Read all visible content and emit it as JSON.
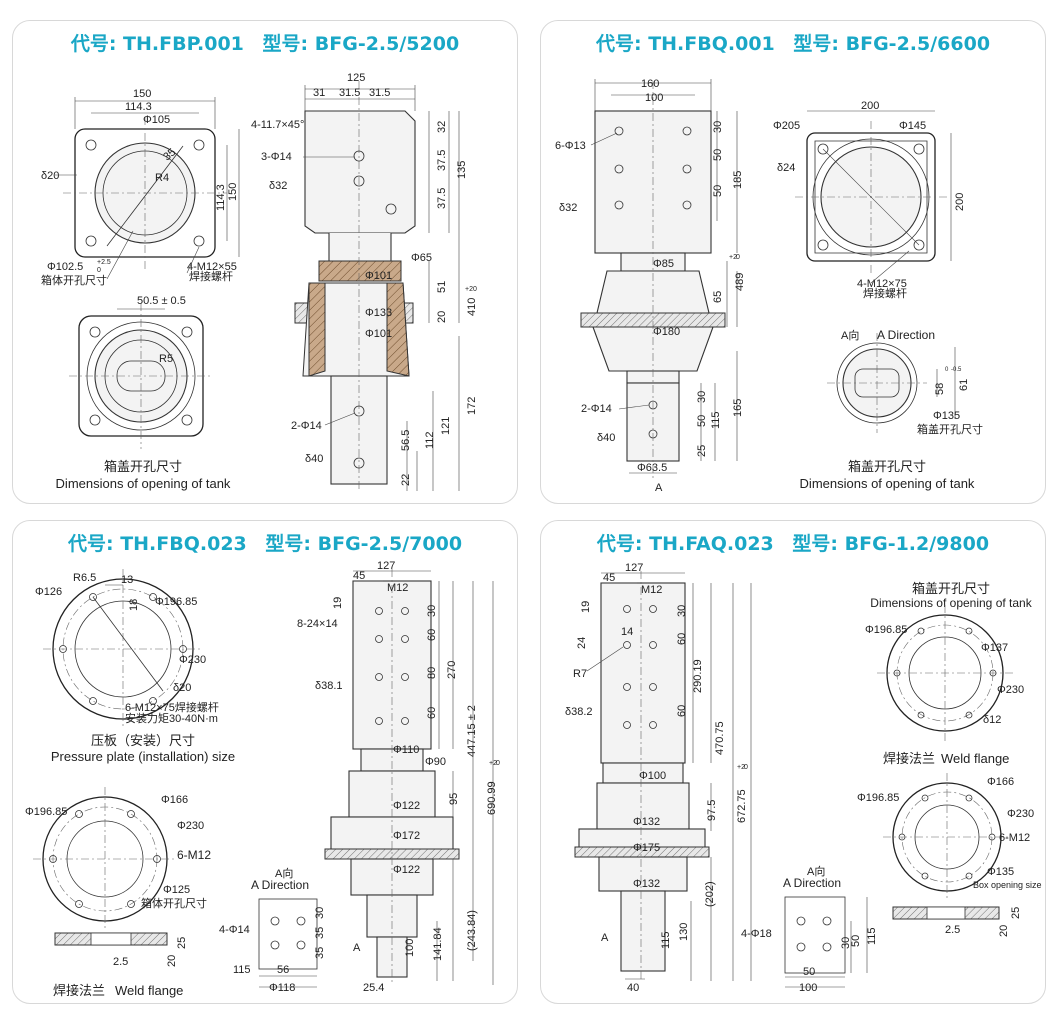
{
  "panels": [
    {
      "code_label": "代号:",
      "code": "TH.FBP.001",
      "model_label": "型号:",
      "model": "BFG-2.5/5200",
      "caption_cn": "箱盖开孔尺寸",
      "caption_en": "Dimensions of opening of tank",
      "dims": {
        "w150": "150",
        "w1143": "114.3",
        "phi105": "Φ105",
        "d35": "35",
        "r4": "R4",
        "h1143": "114.3",
        "h150": "150",
        "d20": "δ20",
        "phi1025": "Φ102.5",
        "tol25": "+2.5",
        "tol0": "0",
        "cut": "箱体开孔尺寸",
        "bolt": "4-M12×55",
        "bolt_cn": "焊接螺杆",
        "w505": "50.5 ± 0.5",
        "r5": "R5",
        "w125": "125",
        "w31": "31",
        "w315a": "31.5",
        "w315b": "31.5",
        "chamfer": "4-11.7×45°",
        "holes": "3-Φ14",
        "d32": "δ32",
        "h32": "32",
        "h375a": "37.5",
        "h375b": "37.5",
        "h135": "135",
        "phi65": "Φ65",
        "phi101a": "Φ101",
        "phi133": "Φ133",
        "phi101b": "Φ101",
        "h51": "51",
        "h20": "20",
        "h410": "410",
        "tol2": "+2",
        "tol0b": "0",
        "holes2": "2-Φ14",
        "d40": "δ40",
        "h172": "172",
        "h121": "121",
        "h112": "112",
        "h565": "56.5",
        "h22": "22"
      }
    },
    {
      "code_label": "代号:",
      "code": "TH.FBQ.001",
      "model_label": "型号:",
      "model": "BFG-2.5/6600",
      "caption_cn": "箱盖开孔尺寸",
      "caption_en": "Dimensions of opening of tank",
      "dims": {
        "w160": "160",
        "w100": "100",
        "holes": "6-Φ13",
        "d32": "δ32",
        "h30": "30",
        "h50a": "50",
        "h50b": "50",
        "h185": "185",
        "phi85": "Φ85",
        "h65": "65",
        "h489": "489",
        "tol2": "+2",
        "tol0": "0",
        "phi180": "Φ180",
        "holes2": "2-Φ14",
        "d40": "δ40",
        "h30b": "30",
        "h50c": "50",
        "h25": "25",
        "h115": "115",
        "h165": "165",
        "phi635": "Φ63.5",
        "a": "A",
        "w200": "200",
        "phi205": "Φ205",
        "phi145": "Φ145",
        "d24": "δ24",
        "h200": "200",
        "bolt": "4-M12×75",
        "bolt_cn": "焊接螺杆",
        "adir_cn": "A向",
        "adir": "A Direction",
        "h58": "58",
        "tol05": "0",
        "tol05b": "-0.5",
        "h61": "61",
        "phi135": "Φ135",
        "cut": "箱盖开孔尺寸"
      }
    },
    {
      "code_label": "代号:",
      "code": "TH.FBQ.023",
      "model_label": "型号:",
      "model": "BFG-2.5/7000",
      "caption_cn": "压板（安装）尺寸",
      "caption_en": "Pressure plate (installation) size",
      "caption2_cn": "焊接法兰",
      "caption2_en": "Weld flange",
      "dims": {
        "r65": "R6.5",
        "w13": "13",
        "phi126": "Φ126",
        "h18": "18",
        "phi19685": "Φ196.85",
        "phi230": "Φ230",
        "d20": "δ20",
        "bolt": "6-M12×75焊接螺杆",
        "torque": "安装力矩30-40N·m",
        "phi19685b": "Φ196.85",
        "phi166": "Φ166",
        "phi230b": "Φ230",
        "m12": "6-M12",
        "phi125": "Φ125",
        "cut": "箱体开孔尺寸",
        "h25": "25",
        "w25": "2.5",
        "h20": "20",
        "w127": "127",
        "w45": "45",
        "m12b": "M12",
        "h19": "19",
        "holes": "8-24×14",
        "d381": "δ38.1",
        "h30": "30",
        "h60a": "60",
        "h80": "80",
        "h60b": "60",
        "h270": "270",
        "h44715": "447.15 ± 2",
        "h69099": "690.99",
        "tol2": "+2",
        "tol0": "0",
        "phi110": "Φ110",
        "phi90": "Φ90",
        "phi122a": "Φ122",
        "h95": "95",
        "phi172": "Φ172",
        "phi122b": "Φ122",
        "h24384": "(243.84)",
        "h100": "100",
        "h14184": "141.84",
        "w254": "25.4",
        "a": "A",
        "adir_cn": "A向",
        "adir": "A Direction",
        "holes2": "4-Φ14",
        "h30b": "30",
        "h35a": "35",
        "h35b": "35",
        "w56": "56",
        "w115": "115",
        "phi118": "Φ118"
      }
    },
    {
      "code_label": "代号:",
      "code": "TH.FAQ.023",
      "model_label": "型号:",
      "model": "BFG-1.2/9800",
      "caption_cn": "箱盖开孔尺寸",
      "caption_en": "Dimensions of opening of tank",
      "caption2_cn": "焊接法兰",
      "caption2_en": "Weld flange",
      "dims": {
        "w127": "127",
        "w45": "45",
        "m12": "M12",
        "h19": "19",
        "h24": "24",
        "w14": "14",
        "r7": "R7",
        "d382": "δ38.2",
        "h30": "30",
        "h60a": "60",
        "h29019": "290.19",
        "h60b": "60",
        "h47075": "470.75",
        "h67275": "672.75",
        "tol2": "+2",
        "tol0": "0",
        "phi100": "Φ100",
        "h975": "97.5",
        "phi132a": "Φ132",
        "phi175": "Φ175",
        "phi132b": "Φ132",
        "h202": "(202)",
        "a": "A",
        "h115": "115",
        "h130": "130",
        "w40": "40",
        "phi19685": "Φ196.85",
        "phi137": "Φ137",
        "phi230": "Φ230",
        "d12": "δ12",
        "phi19685b": "Φ196.85",
        "phi166": "Φ166",
        "phi230b": "Φ230",
        "m12b": "6-M12",
        "phi135": "Φ135",
        "box": "Box opening size",
        "h25": "25",
        "w25": "2.5",
        "h20": "20",
        "adir_cn": "A向",
        "adir": "A Direction",
        "holes2": "4-Φ18",
        "h30b": "30",
        "h50": "50",
        "h115b": "115",
        "w50": "50",
        "w100": "100"
      }
    }
  ]
}
